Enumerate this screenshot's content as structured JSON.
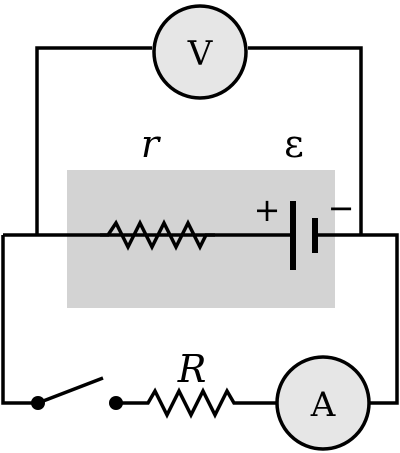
{
  "diagram": {
    "voltmeter": {
      "label": "V"
    },
    "ammeter": {
      "label": "A"
    },
    "internal_resistance": {
      "label": "r"
    },
    "emf": {
      "label": "ε"
    },
    "external_resistor": {
      "label": "R"
    },
    "battery": {
      "positive_sign": "+",
      "negative_sign": "−"
    },
    "colors": {
      "wire": "#000000",
      "meter_fill": "#e6e6e6",
      "battery_box": "#d3d3d3"
    }
  }
}
